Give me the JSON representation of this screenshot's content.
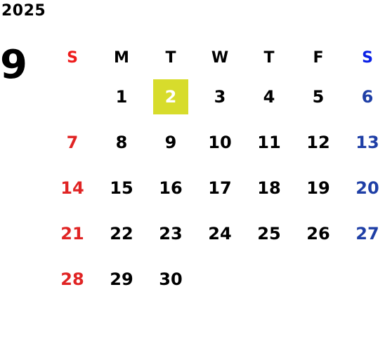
{
  "calendar": {
    "year": "2025",
    "month": "9",
    "weekdays": [
      "S",
      "M",
      "T",
      "W",
      "T",
      "F",
      "S"
    ],
    "highlight_color": "#d7dc2c",
    "sunday_color": "#e02424",
    "saturday_color": "#1f3fa6",
    "weeks": [
      [
        "",
        "1",
        "2",
        "3",
        "4",
        "5",
        "6"
      ],
      [
        "7",
        "8",
        "9",
        "10",
        "11",
        "12",
        "13"
      ],
      [
        "14",
        "15",
        "16",
        "17",
        "18",
        "19",
        "20"
      ],
      [
        "21",
        "22",
        "23",
        "24",
        "25",
        "26",
        "27"
      ],
      [
        "28",
        "29",
        "30",
        "",
        "",
        "",
        ""
      ]
    ],
    "highlighted_day": "2"
  }
}
